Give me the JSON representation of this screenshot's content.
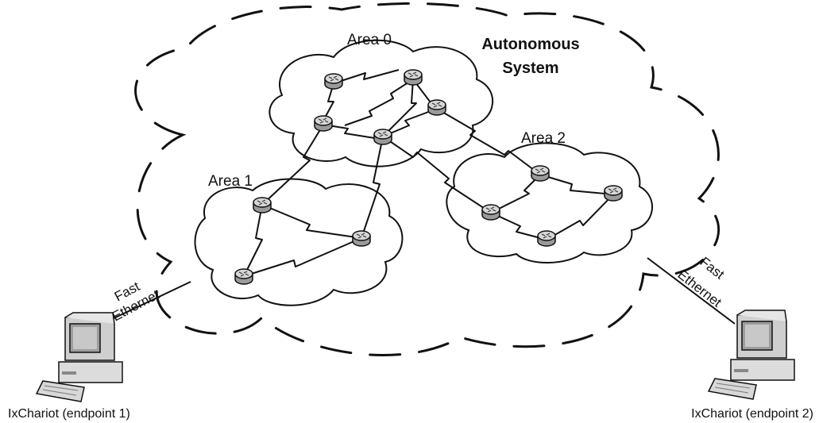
{
  "diagram": {
    "autonomous_system": {
      "line1": "Autonomous",
      "line2": "System"
    },
    "areas": [
      {
        "id": "area0",
        "label": "Area 0"
      },
      {
        "id": "area1",
        "label": "Area 1"
      },
      {
        "id": "area2",
        "label": "Area 2"
      }
    ],
    "links": {
      "left": {
        "line1": "Fast",
        "line2": "Ethernet"
      },
      "right": {
        "line1": "Fast",
        "line2": "Ethernet"
      }
    },
    "endpoints": [
      {
        "id": "endpoint1",
        "label": "IxChariot (endpoint 1)"
      },
      {
        "id": "endpoint2",
        "label": "IxChariot (endpoint 2)"
      }
    ],
    "icons": {
      "router": "router-icon",
      "computer": "computer-icon"
    }
  }
}
